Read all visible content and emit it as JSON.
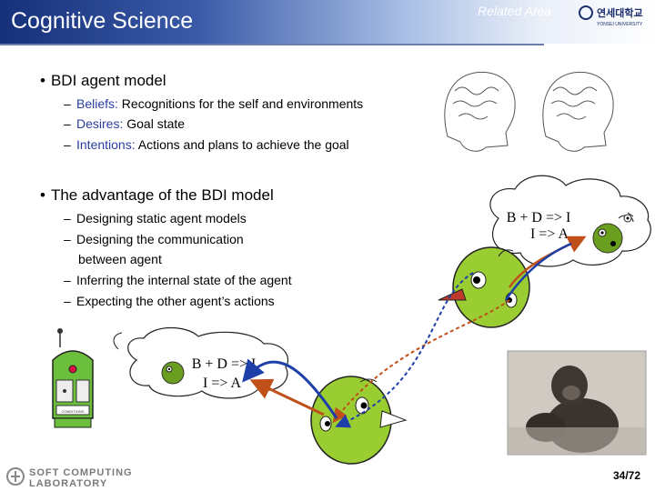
{
  "header": {
    "title": "Cognitive Science",
    "related": "Related Area",
    "logo_text": "연세대학교",
    "logo_sub": "YONSEI UNIVERSITY"
  },
  "bullets": [
    {
      "text": "BDI agent model",
      "items": [
        {
          "term": "Beliefs:",
          "rest": " Recognitions for the self and environments"
        },
        {
          "term": "Desires:",
          "rest": " Goal state"
        },
        {
          "term": "Intentions:",
          "rest": " Actions and plans to achieve the goal"
        }
      ]
    },
    {
      "text": "The advantage of the BDI model",
      "items": [
        "Designing static agent models",
        "Designing the communication",
        "between agent",
        "Inferring the internal state of the agent",
        "Expecting the other agent’s actions"
      ]
    }
  ],
  "thought_bubbles": [
    {
      "line1": "B + D => I",
      "line2": "I => A"
    },
    {
      "line1": "B + D => I",
      "line2": "I => A"
    }
  ],
  "robot": {
    "panel_text": "CONDITIONS"
  },
  "footer": {
    "lab_line1": "SOFT COMPUTING",
    "lab_line2": "LABORATORY",
    "page": "34/72"
  },
  "colors": {
    "header_dark": "#16307a",
    "accent_blue": "#2a3ea0",
    "bird_green": "#9acd32",
    "arrow_red": "#c0501a",
    "arrow_blue": "#1f3fa8"
  }
}
